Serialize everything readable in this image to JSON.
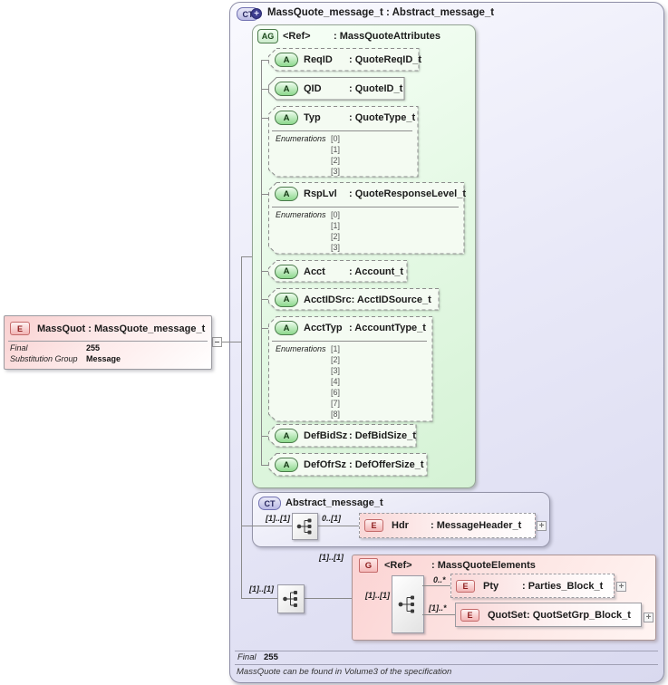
{
  "icons": {
    "complex_type": "CT",
    "attribute_group": "AG",
    "attribute": "A",
    "element": "E",
    "group": "G",
    "expand": "+",
    "plus_overlay": "+"
  },
  "main_element": {
    "title": "MassQuot : MassQuote_message_t",
    "rows": [
      {
        "label": "Final",
        "value": "255"
      },
      {
        "label": "Substitution Group",
        "value": "Message"
      }
    ]
  },
  "container": {
    "title": "MassQuote_message_t : Abstract_message_t",
    "footer_label": "Final",
    "footer_value": "255",
    "annotation": "MassQuote can be found in Volume3 of the specification"
  },
  "attribute_group": {
    "name": "<Ref>",
    "type": ": MassQuoteAttributes",
    "attributes": [
      {
        "name": "ReqID",
        "type": ": QuoteReqID_t"
      },
      {
        "name": "QID",
        "type": ": QuoteID_t"
      },
      {
        "name": "Typ",
        "type": ": QuoteType_t",
        "enum_label": "Enumerations",
        "enums": [
          "[0]",
          "[1]",
          "[2]",
          "[3]"
        ]
      },
      {
        "name": "RspLvl",
        "type": ": QuoteResponseLevel_t",
        "enum_label": "Enumerations",
        "enums": [
          "[0]",
          "[1]",
          "[2]",
          "[3]"
        ]
      },
      {
        "name": "Acct",
        "type": ": Account_t"
      },
      {
        "name": "AcctIDSrc",
        "type": ": AcctIDSource_t"
      },
      {
        "name": "AcctTyp",
        "type": ": AccountType_t",
        "enum_label": "Enumerations",
        "enums": [
          "[1]",
          "[2]",
          "[3]",
          "[4]",
          "[6]",
          "[7]",
          "[8]"
        ]
      },
      {
        "name": "DefBidSz",
        "type": ": DefBidSize_t"
      },
      {
        "name": "DefOfrSz",
        "type": ": DefOfferSize_t"
      }
    ]
  },
  "base_type": {
    "title": "Abstract_message_t",
    "cardinality": "[1]..[1]",
    "child_cardinality": "0..[1]",
    "hdr": {
      "name": "Hdr",
      "type": ": MessageHeader_t"
    }
  },
  "elements_group": {
    "name": "<Ref>",
    "type": ": MassQuoteElements",
    "cardinality_outer": "[1]..[1]",
    "cardinality_ref": "[1]..[1]",
    "cardinality_inner": "[1]..[1]",
    "pty": {
      "cardinality": "0..*",
      "name": "Pty",
      "type": ": Parties_Block_t"
    },
    "quotset": {
      "cardinality": "[1]..*",
      "name": "QuotSet",
      "type": ": QuotSetGrp_Block_t"
    }
  }
}
